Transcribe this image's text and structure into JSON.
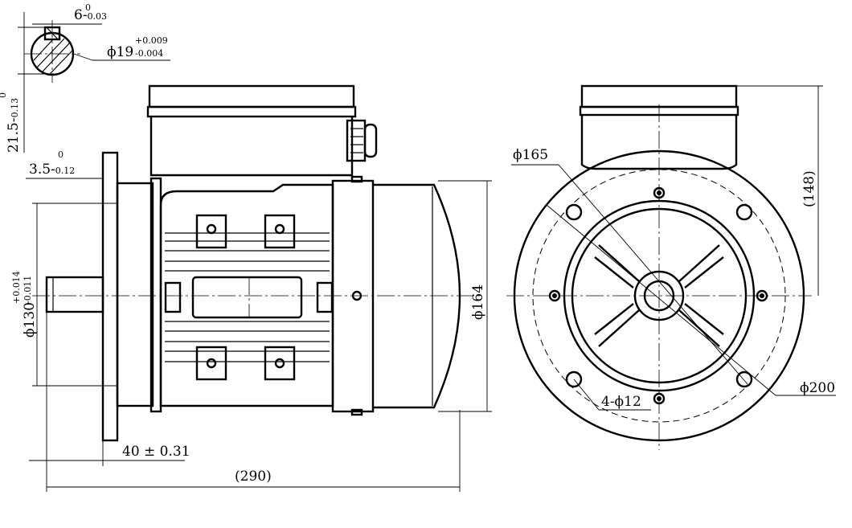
{
  "drawing": {
    "key_width": {
      "value": "6-",
      "upper": "0",
      "lower": "0.03"
    },
    "shaft_diameter": {
      "value": "ϕ19",
      "upper": "+0.009",
      "lower": "-0.004"
    },
    "shaft_key_height": {
      "value": "21.5-",
      "upper": "0",
      "lower": "0.13"
    },
    "flange_thickness": {
      "value": "3.5-",
      "upper": "0",
      "lower": "0.12"
    },
    "spigot_diameter": {
      "value": "ϕ130",
      "upper": "+0.014",
      "lower": "-0.011"
    },
    "shaft_length": "40 ± 0.31",
    "overall_length": "(290)",
    "body_diameter": "ϕ164",
    "bolt_circle_diameter": "ϕ165",
    "center_height": "(148)",
    "flange_diameter": "ϕ200",
    "holes": "4-ϕ12"
  }
}
